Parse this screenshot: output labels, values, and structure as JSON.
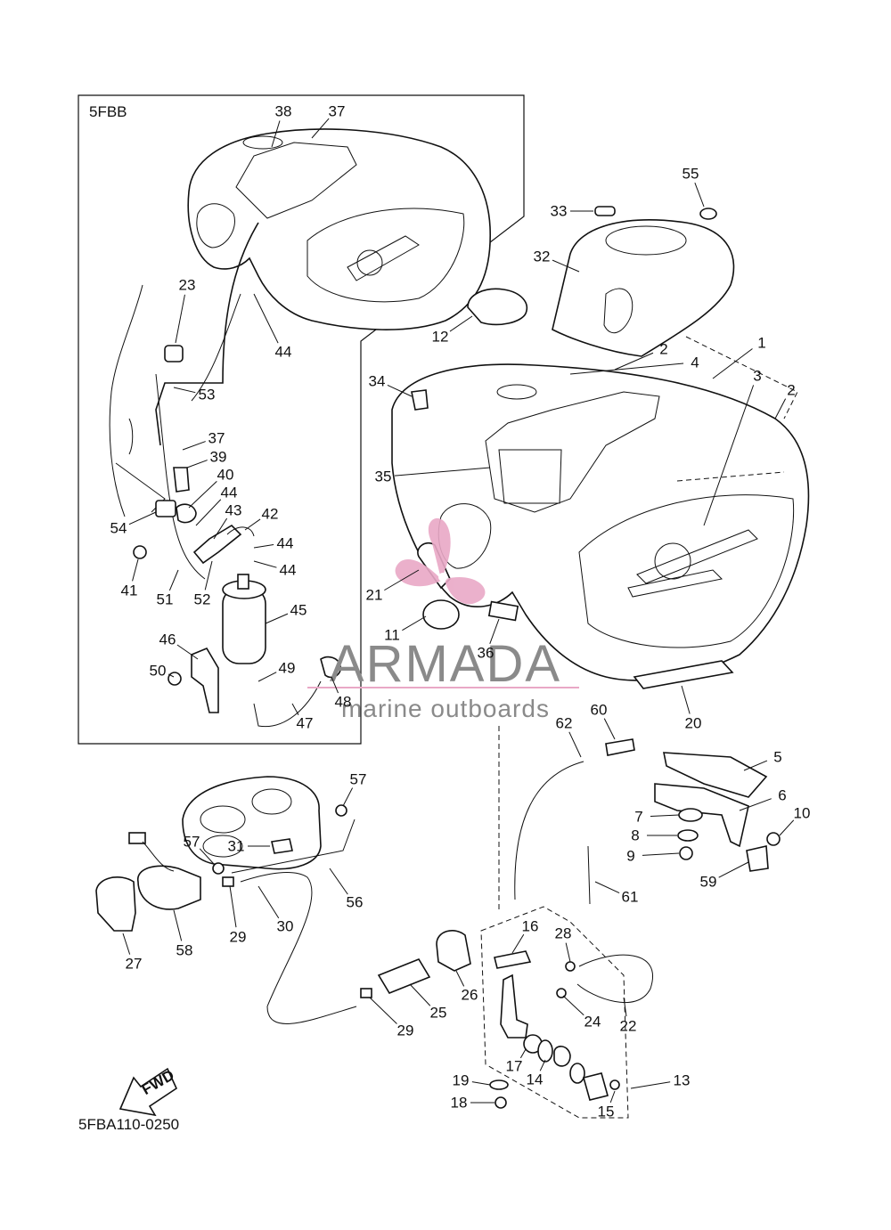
{
  "diagram": {
    "inset_label": "5FBB",
    "figure_code": "5FBA110-0250",
    "fwd_label": "FWD",
    "watermark": {
      "brand": "ARMADA",
      "tagline": "marine outboards",
      "accent_color": "#e9a8c6",
      "text_color": "#8a8a8a"
    },
    "callouts": [
      "1",
      "2",
      "2",
      "3",
      "4",
      "5",
      "6",
      "7",
      "8",
      "9",
      "10",
      "11",
      "12",
      "13",
      "14",
      "15",
      "16",
      "17",
      "18",
      "19",
      "20",
      "21",
      "22",
      "23",
      "24",
      "25",
      "26",
      "27",
      "28",
      "29",
      "29",
      "30",
      "31",
      "32",
      "33",
      "34",
      "35",
      "36",
      "37",
      "37",
      "38",
      "39",
      "40",
      "41",
      "42",
      "43",
      "44",
      "44",
      "44",
      "44",
      "45",
      "46",
      "47",
      "48",
      "49",
      "50",
      "51",
      "52",
      "53",
      "54",
      "55",
      "56",
      "57",
      "57",
      "58",
      "59",
      "60",
      "61",
      "62"
    ]
  }
}
